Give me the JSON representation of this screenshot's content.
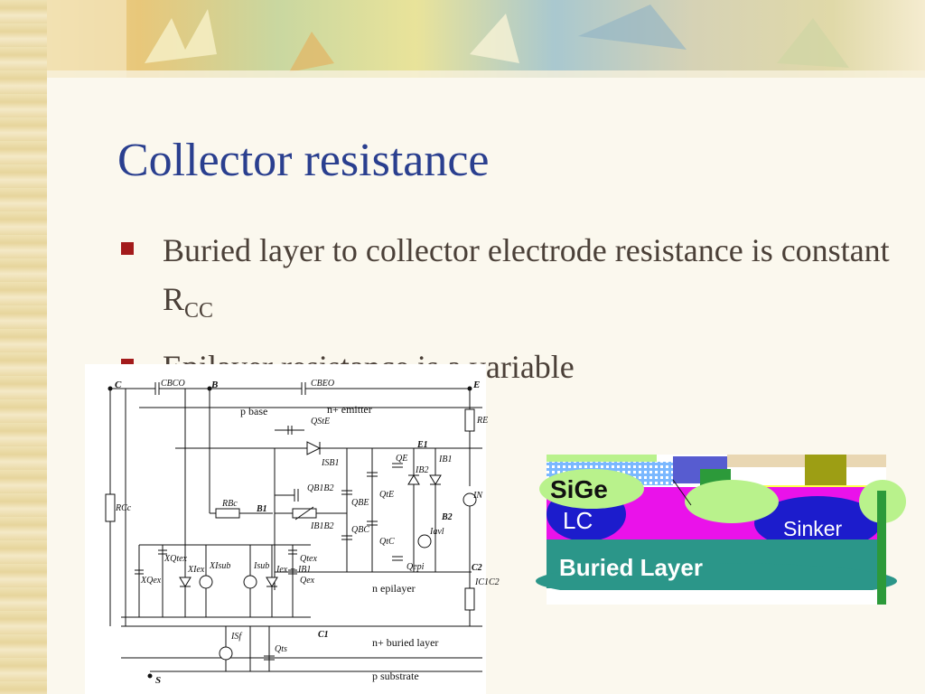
{
  "slide": {
    "title": "Collector resistance",
    "bullets": [
      {
        "text": "Buried layer to collector electrode resistance is constant R",
        "sub": "CC"
      },
      {
        "text": "Epilayer resistance is a variable",
        "sub": ""
      }
    ]
  },
  "circuit_figure": {
    "terminals": {
      "c": "C",
      "b": "B",
      "e": "E",
      "s": "S",
      "b1": "B1",
      "b2": "B2",
      "e1": "E1",
      "c1": "C1",
      "c2": "C2"
    },
    "components": {
      "cbco": "CBCO",
      "cbeo": "CBEO",
      "rcc": "RCc",
      "rbc": "RBc",
      "re": "RE",
      "qte_s": "QStE",
      "ib1_s": "ISB1",
      "qb1b2": "QB1B2",
      "ib1b2": "IB1B2",
      "qe": "QE",
      "ib1": "IB1",
      "ib2": "IB2",
      "qbe": "QBE",
      "qte": "QtE",
      "qbc": "QBC",
      "qtc": "QtC",
      "in": "IN",
      "iavl": "Iavl",
      "qepi": "Qepi",
      "ic1c2": "IC1C2",
      "xqtex": "XQtex",
      "xiex": "XIex",
      "xisub": "XIsub",
      "isub": "Isub",
      "iex_ib1": "Iex + IB1",
      "qtex": "Qtex",
      "xqex": "XQex",
      "qex": "Qex",
      "isf": "ISf",
      "qts": "Qts"
    },
    "regions": {
      "p_base": "p base",
      "n_emitter": "n+ emitter",
      "n_epilayer": "n epilayer",
      "buried_layer": "n+ buried layer",
      "p_substrate": "p substrate"
    }
  },
  "cross_section": {
    "labels": {
      "sige": "SiGe",
      "lc": "LC",
      "sinker": "Sinker",
      "buried_layer": "Buried Layer"
    },
    "colors": {
      "sige_green": "#b9f28c",
      "lc_blue": "#1c1ccc",
      "magenta": "#ea12ea",
      "buried_teal": "#2b9689",
      "poly_olive": "#9d9e14",
      "yellow": "#ffff4c"
    }
  }
}
